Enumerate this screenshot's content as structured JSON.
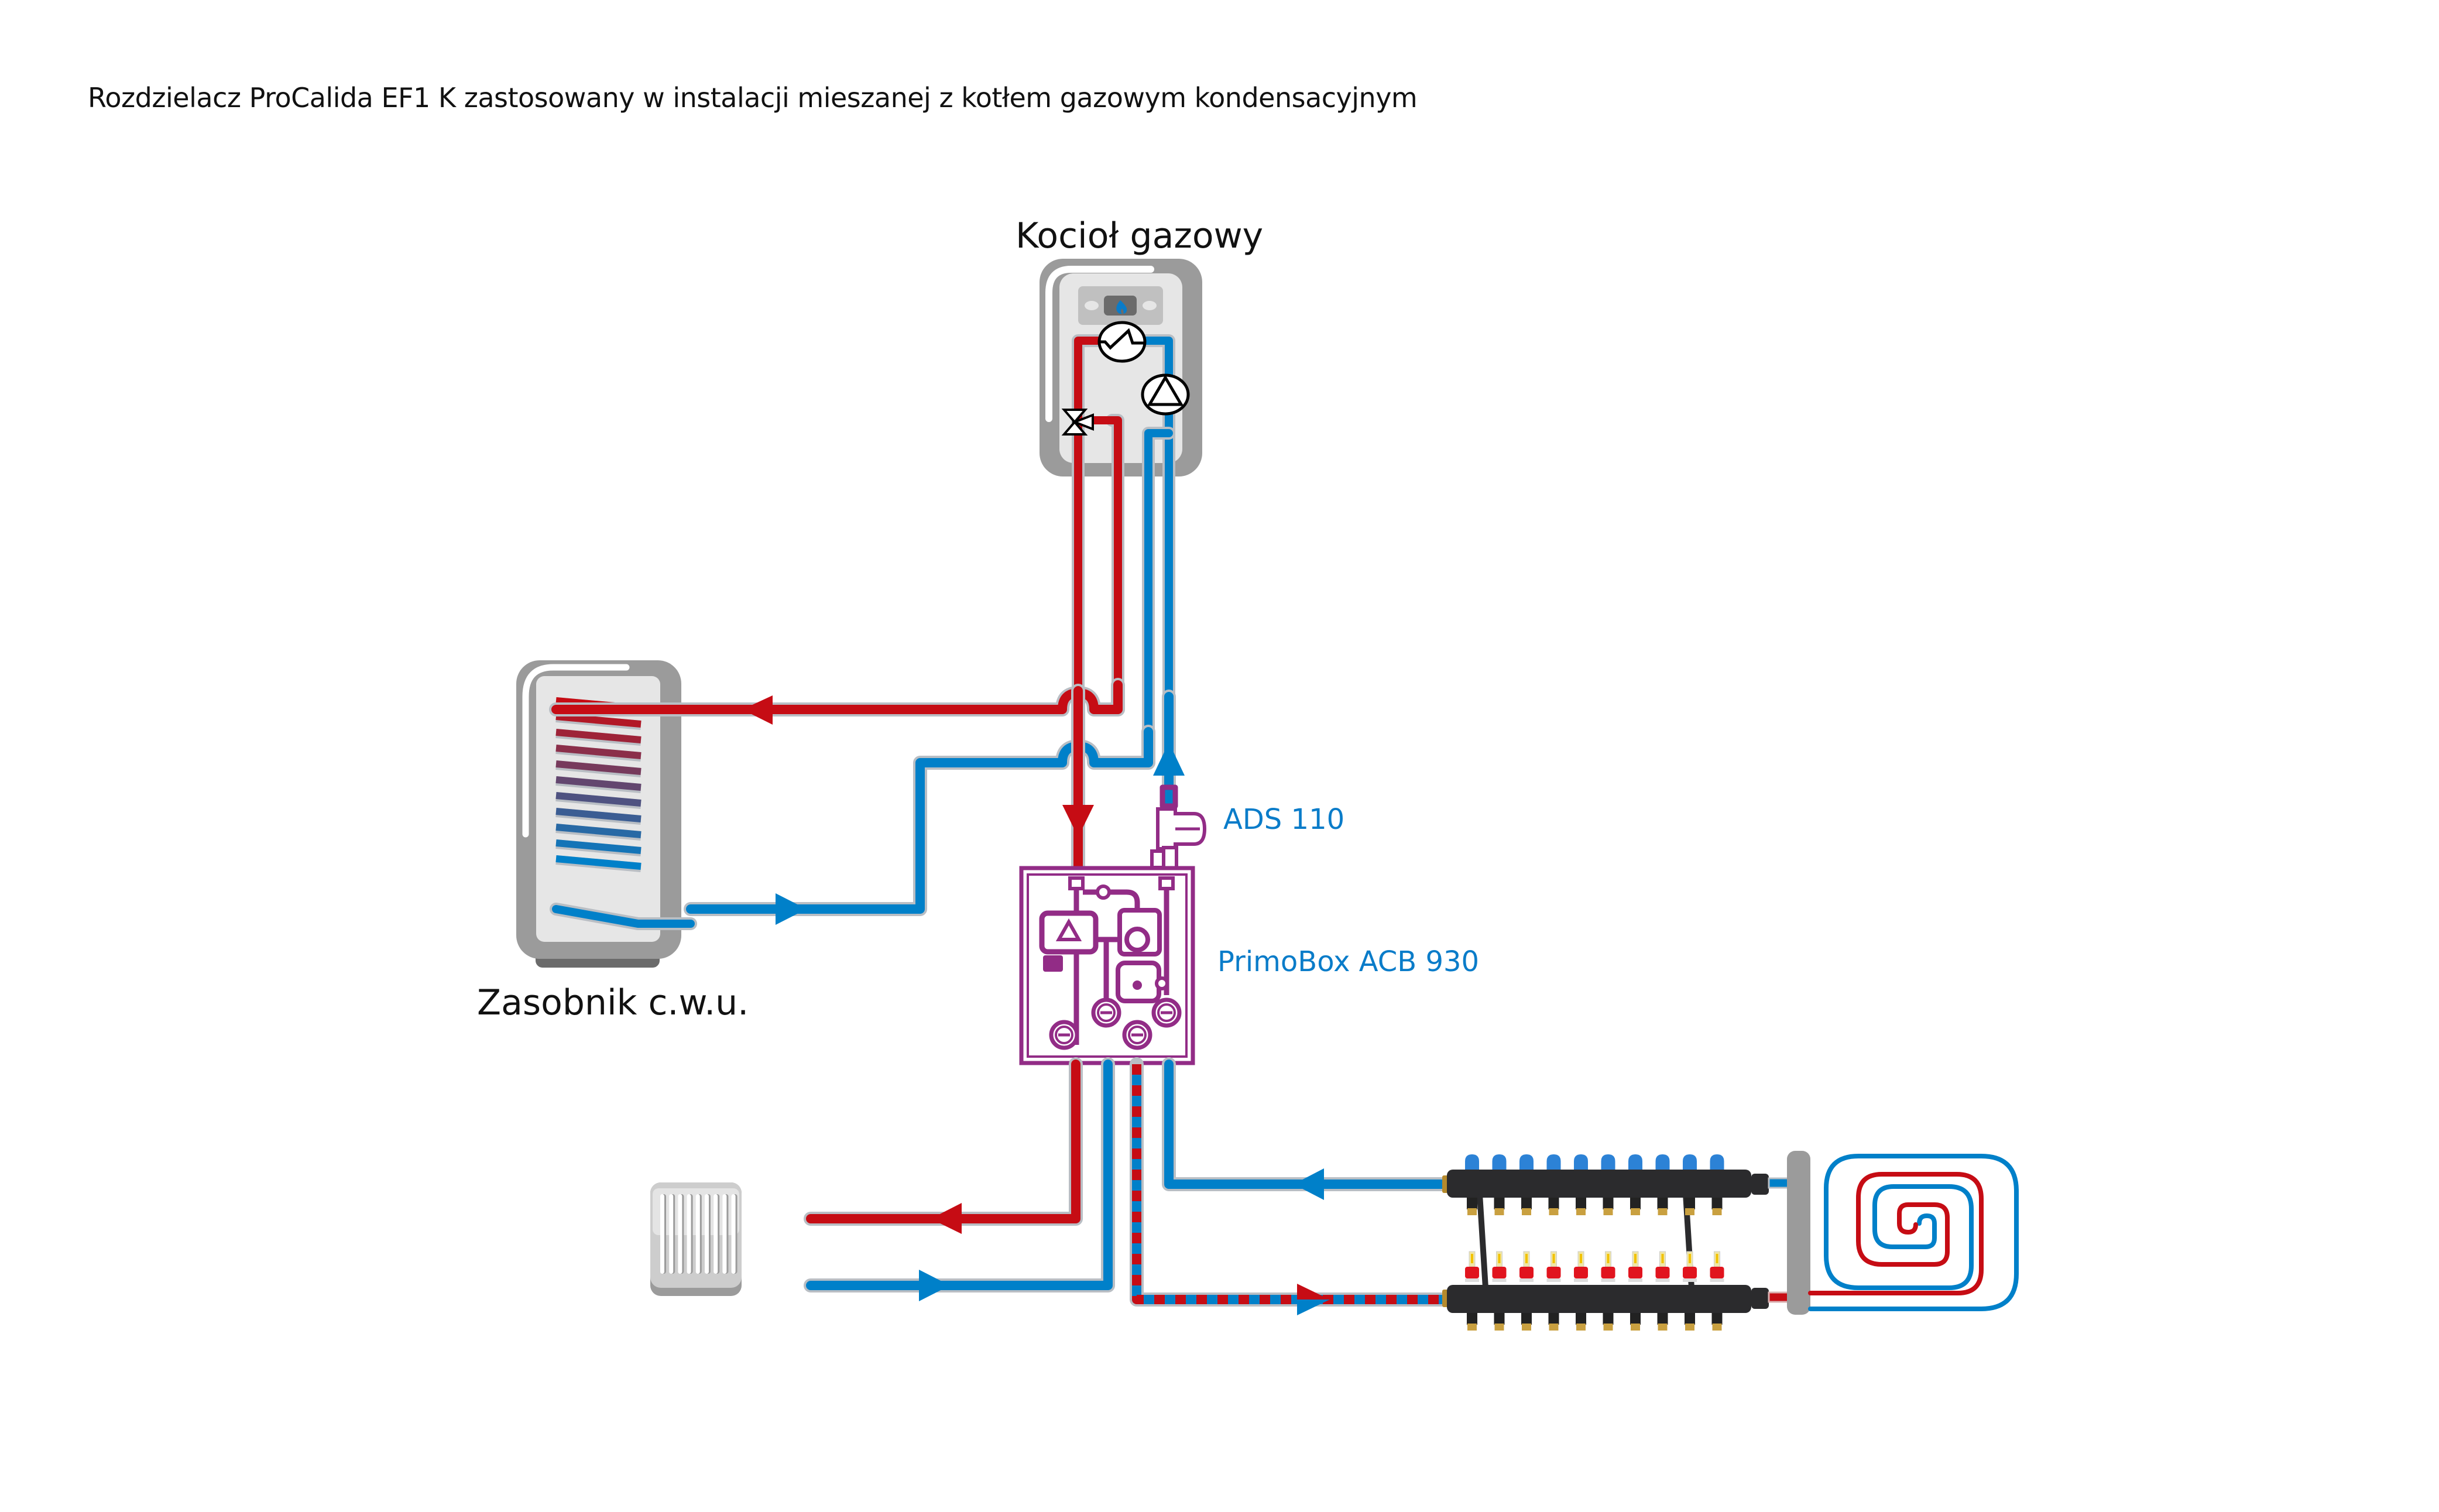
{
  "title": "Rozdzielacz ProCalida EF1 K zastosowany w instalacji mieszanej z kotłem gazowym kondensacyjnym",
  "labels": {
    "boiler": "Kocioł gazowy",
    "tank": "Zasobnik c.w.u.",
    "air_separator": "ADS 110",
    "mixing_unit": "PrimoBox ACB 930"
  },
  "colors": {
    "hot": "#c60c14",
    "cold": "#0080c9",
    "device": "#922c86",
    "label_accent": "#0a7cc9",
    "appliance_gray": "#9b9b9b"
  },
  "components": [
    {
      "id": "boiler",
      "name": "Kocioł gazowy",
      "icons": [
        "flame-icon",
        "heat-exchanger-icon",
        "pump-icon",
        "three-way-valve-icon"
      ]
    },
    {
      "id": "tank",
      "name": "Zasobnik c.w.u.",
      "coil_turns": 11
    },
    {
      "id": "ads",
      "name": "ADS 110"
    },
    {
      "id": "primobox",
      "name": "PrimoBox ACB 930"
    },
    {
      "id": "radiator",
      "fins": 9
    },
    {
      "id": "manifold",
      "circuits": 10
    },
    {
      "id": "floor-loop"
    }
  ]
}
